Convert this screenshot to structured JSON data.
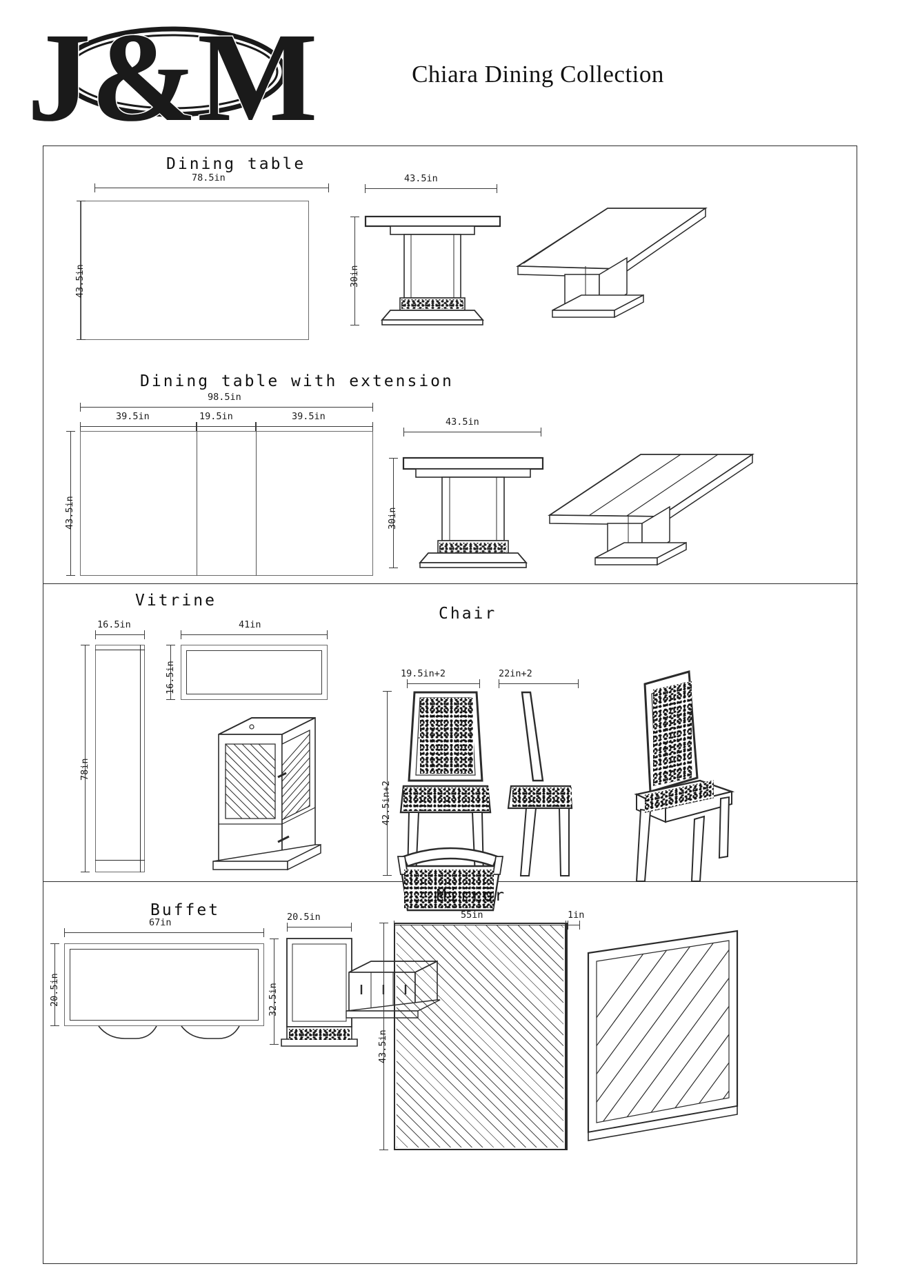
{
  "header": {
    "logo_text": "J&M",
    "logo_alt": "jm-logo",
    "title": "Chiara Dining Collection"
  },
  "sections": [
    {
      "id": "dining-table",
      "title": "Dining table",
      "dims": {
        "top_width": "78.5in",
        "top_depth": "43.5in",
        "side_width": "43.5in",
        "height": "30in"
      }
    },
    {
      "id": "dining-table-extension",
      "title": "Dining table with extension",
      "dims": {
        "total_width": "98.5in",
        "left_leaf": "39.5in",
        "center_leaf": "19.5in",
        "right_leaf": "39.5in",
        "depth": "43.5in",
        "side_width": "43.5in",
        "height": "30in"
      }
    },
    {
      "id": "vitrine",
      "title": "Vitrine",
      "dims": {
        "depth": "16.5in",
        "width": "41in",
        "top_depth": "16.5in",
        "height": "78in"
      }
    },
    {
      "id": "chair",
      "title": "Chair",
      "dims": {
        "width": "19.5in+2",
        "depth": "22in+2",
        "height": "42.5in+2"
      }
    },
    {
      "id": "buffet",
      "title": "Buffet",
      "dims": {
        "width": "67in",
        "depth_top": "20.5in",
        "depth_side": "20.5in",
        "side_width": "20.5in",
        "height": "32.5in"
      }
    },
    {
      "id": "mirror",
      "title": "Mirror",
      "dims": {
        "width": "55in",
        "height": "43.5in",
        "thickness": "1in"
      }
    }
  ],
  "colors": {
    "line": "#2b2b2b",
    "thin_line": "#6a6a6a",
    "text": "#111111",
    "background": "#ffffff"
  }
}
